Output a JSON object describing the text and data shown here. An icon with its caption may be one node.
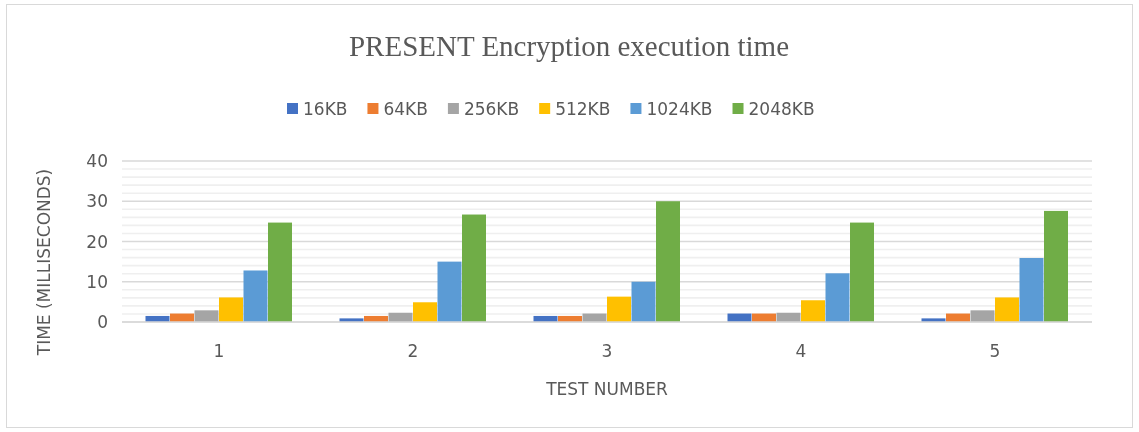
{
  "diagram": {
    "chart_data": {
      "type": "bar",
      "title": "PRESENT Encryption execution time",
      "xlabel": "TEST NUMBER",
      "ylabel": "TIME (MILLISECONDS)",
      "categories": [
        "1",
        "2",
        "3",
        "4",
        "5"
      ],
      "series": [
        {
          "name": "16KB",
          "color": "#4472c4",
          "values": [
            1.5,
            0.9,
            1.5,
            2.1,
            0.9
          ]
        },
        {
          "name": "64KB",
          "color": "#ed7d31",
          "values": [
            2.1,
            1.5,
            1.5,
            2.1,
            2.1
          ]
        },
        {
          "name": "256KB",
          "color": "#a5a5a5",
          "values": [
            2.9,
            2.3,
            2.1,
            2.3,
            2.9
          ]
        },
        {
          "name": "512KB",
          "color": "#ffc000",
          "values": [
            6.1,
            4.9,
            6.3,
            5.4,
            6.1
          ]
        },
        {
          "name": "1024KB",
          "color": "#5b9bd5",
          "values": [
            12.8,
            15,
            10,
            12.1,
            15.9
          ]
        },
        {
          "name": "2048KB",
          "color": "#70ad47",
          "values": [
            24.7,
            26.7,
            30,
            24.7,
            27.6
          ]
        }
      ],
      "ylim": [
        0,
        40
      ],
      "yticks": [
        0,
        10,
        20,
        30,
        40
      ],
      "orientation": "vertical",
      "stacked": false,
      "grid": true,
      "legend": true
    }
  }
}
